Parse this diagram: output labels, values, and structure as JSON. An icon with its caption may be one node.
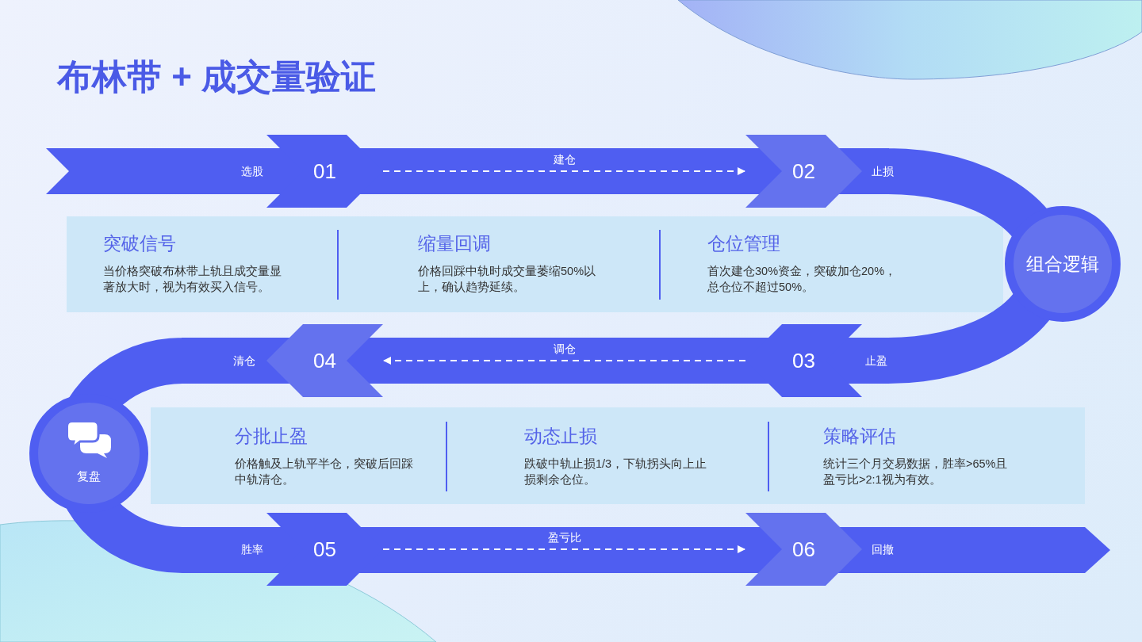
{
  "diagram": {
    "title": "布林带 + 成交量验证",
    "nodes": [
      {
        "text": [
          "01"
        ],
        "beside": [
          "选股"
        ]
      },
      {
        "text": [
          "02"
        ],
        "beside": [
          "止损"
        ]
      },
      {
        "text": [],
        "shape": "box"
      },
      {
        "text": [
          "突破信号",
          "当价格突破布林带上轨且成交量显著放大时，视为有效买入信号。"
        ],
        "in": 2
      },
      {
        "text": [
          "缩量回调",
          "价格回踩中轨时成交量萎缩50%以上，确认趋势延续。"
        ],
        "in": 2
      },
      {
        "text": [
          "仓位管理",
          "首次建仓30%资金，突破加仓20%，总仓位不超过50%。"
        ],
        "in": 2
      },
      {
        "text": [
          "组合逻辑"
        ]
      },
      {
        "text": [
          "03"
        ],
        "beside": [
          "止盈"
        ]
      },
      {
        "text": [
          "04"
        ],
        "beside": [
          "清仓"
        ]
      },
      {
        "text": [
          "复盘"
        ]
      },
      {
        "text": [],
        "shape": "box"
      },
      {
        "text": [
          "分批止盈",
          "价格触及上轨平半仓，突破后回踩中轨清仓。"
        ],
        "in": 10
      },
      {
        "text": [
          "动态止损",
          "跌破中轨止损1/3，下轨拐头向上止损剩余仓位。"
        ],
        "in": 10
      },
      {
        "text": [
          "策略评估",
          "统计三个月交易数据，胜率>65%且盈亏比>2:1视为有效。"
        ],
        "in": 10
      },
      {
        "text": [
          "05"
        ],
        "beside": [
          "胜率"
        ]
      },
      {
        "text": [
          "06"
        ],
        "beside": [
          "回撤"
        ]
      }
    ],
    "edges": [
      {
        "from": 0,
        "to": 1,
        "arrow": "to",
        "label": "建仓",
        "style": "dashed"
      },
      {
        "from": 7,
        "to": 8,
        "arrow": "to",
        "label": "调仓",
        "style": "dashed"
      },
      {
        "from": 14,
        "to": 15,
        "arrow": "to",
        "label": "盈亏比",
        "style": "dashed"
      }
    ]
  }
}
